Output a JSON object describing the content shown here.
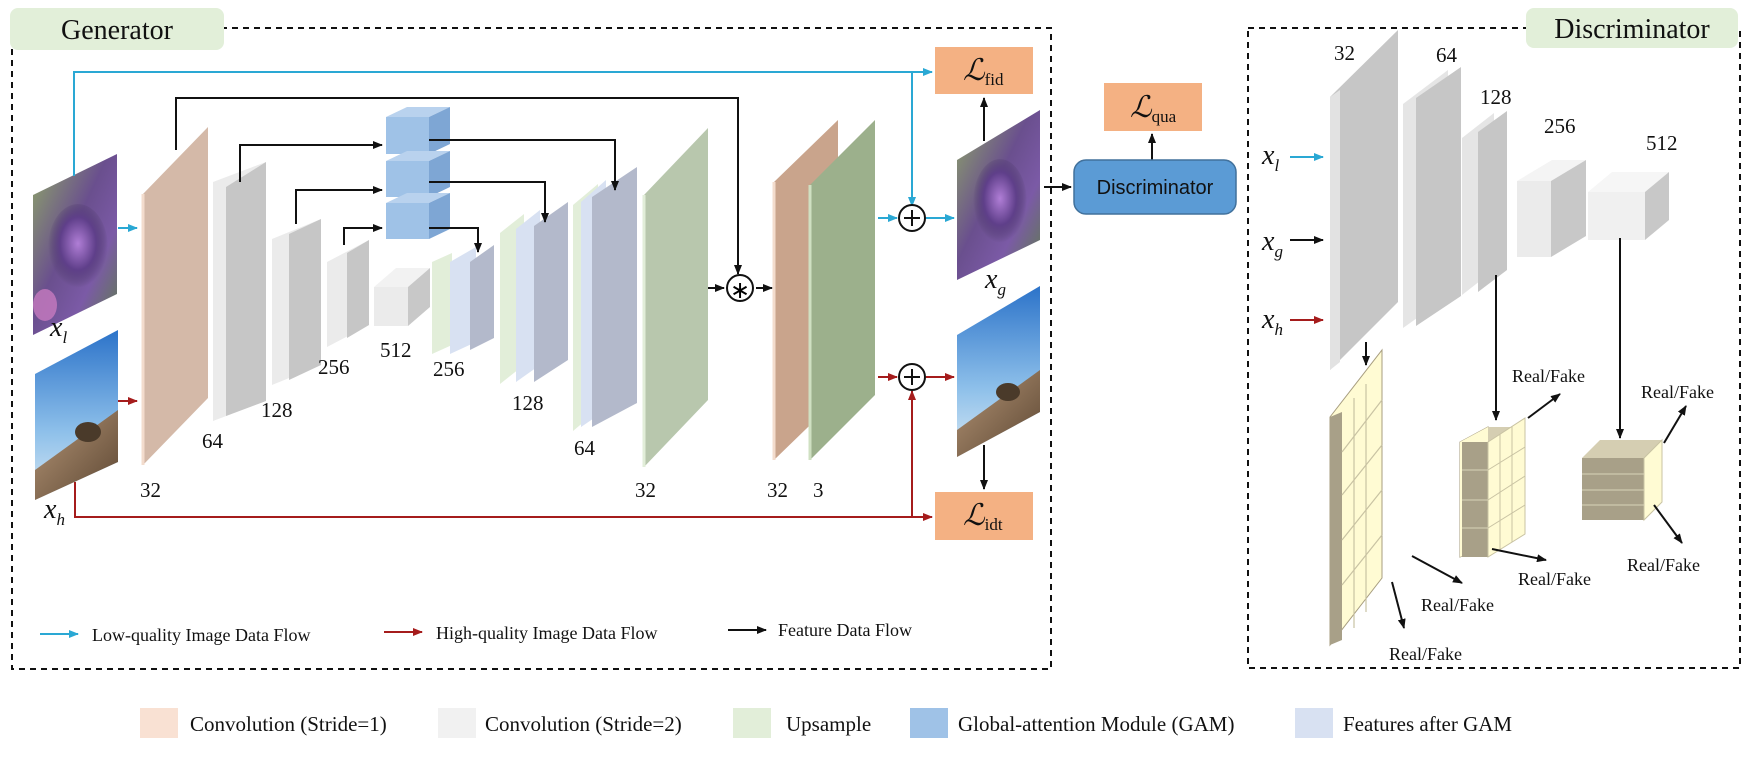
{
  "generator": {
    "title": "Generator",
    "input_low": {
      "base": "x",
      "sub": "l"
    },
    "input_high": {
      "base": "x",
      "sub": "h"
    },
    "output_gen": {
      "base": "x",
      "sub": "g"
    },
    "encoder_labels": [
      "32",
      "64",
      "128",
      "256",
      "512"
    ],
    "decoder_labels": [
      "256",
      "128",
      "64",
      "32",
      "32",
      "3"
    ],
    "operators": {
      "multiply": "∗",
      "add": "+"
    },
    "losses": {
      "fid": {
        "base": "ℒ",
        "sub": "fid"
      },
      "qua": {
        "base": "ℒ",
        "sub": "qua"
      },
      "idt": {
        "base": "ℒ",
        "sub": "idt"
      }
    },
    "discriminator_box": "Discriminator",
    "flows": [
      {
        "label": "Low-quality  Image  Data  Flow",
        "color": "#2aa8d4"
      },
      {
        "label": "High-quality  Image  Data  Flow",
        "color": "#a51c1c"
      },
      {
        "label": "Feature Data Flow",
        "color": "#111111"
      }
    ]
  },
  "discriminator": {
    "title": "Discriminator",
    "channel_labels": [
      "32",
      "64",
      "128",
      "256",
      "512"
    ],
    "inputs": [
      {
        "base": "x",
        "sub": "l",
        "color": "#2aa8d4"
      },
      {
        "base": "x",
        "sub": "g",
        "color": "#111111"
      },
      {
        "base": "x",
        "sub": "h",
        "color": "#a51c1c"
      }
    ],
    "real_fake_label": "Real/Fake"
  },
  "legend": [
    {
      "label": "Convolution (Stride=1)",
      "color": "#f9e1d3"
    },
    {
      "label": "Convolution (Stride=2)",
      "color": "#f1f1f1"
    },
    {
      "label": "Upsample",
      "color": "#e2eed9"
    },
    {
      "label": "Global-attention Module (GAM)",
      "color": "#9fc2e7"
    },
    {
      "label": "Features after GAM",
      "color": "#d8e1f2"
    }
  ],
  "colors": {
    "title_bg": "#e2efd9",
    "loss_bg": "#f4b183",
    "disc_box": "#5b9bd5",
    "low_flow": "#2aa8d4",
    "high_flow": "#a51c1c"
  }
}
